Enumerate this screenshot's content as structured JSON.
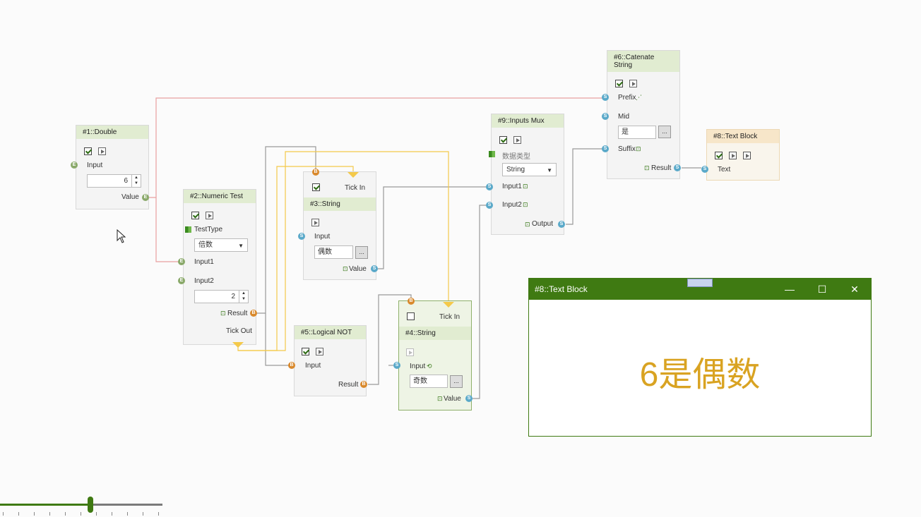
{
  "accent_color": "#3f7a12",
  "wire_colors": {
    "string": "#9a9a9a",
    "double": "#e08a8a",
    "tick": "#f4c94a"
  },
  "nodes": {
    "n1": {
      "title": "#1::Double",
      "input_label": "Input",
      "input_value": "6",
      "value_label": "Value"
    },
    "n2": {
      "title": "#2::Numeric Test",
      "testtype_label": "TestType",
      "testtype_value": "倍数",
      "input1_label": "Input1",
      "input2_label": "Input2",
      "input2_value": "2",
      "result_label": "Result",
      "tickout_label": "Tick Out"
    },
    "n3": {
      "tickin_label": "Tick In",
      "title": "#3::String",
      "input_label": "Input",
      "input_value": "偶数",
      "value_label": "Value"
    },
    "n4": {
      "tickin_label": "Tick In",
      "title": "#4::String",
      "input_label": "Input",
      "input_value": "奇数",
      "value_label": "Value"
    },
    "n5": {
      "title": "#5::Logical NOT",
      "input_label": "Input",
      "result_label": "Result"
    },
    "n6": {
      "title": "#6::Catenate String",
      "prefix_label": "Prefix",
      "mid_label": "Mid",
      "mid_value": "是",
      "suffix_label": "Suffix",
      "result_label": "Result"
    },
    "n8": {
      "title": "#8::Text Block",
      "text_label": "Text"
    },
    "n9": {
      "title": "#9::Inputs Mux",
      "datatype_label": "数据类型",
      "datatype_value": "String",
      "input1_label": "Input1",
      "input2_label": "Input2",
      "output_label": "Output"
    }
  },
  "ellipsis": "...",
  "window": {
    "title": "#8::Text Block",
    "display_text": "6是偶数",
    "min_glyph": "—",
    "max_glyph": "☐",
    "close_glyph": "✕"
  }
}
